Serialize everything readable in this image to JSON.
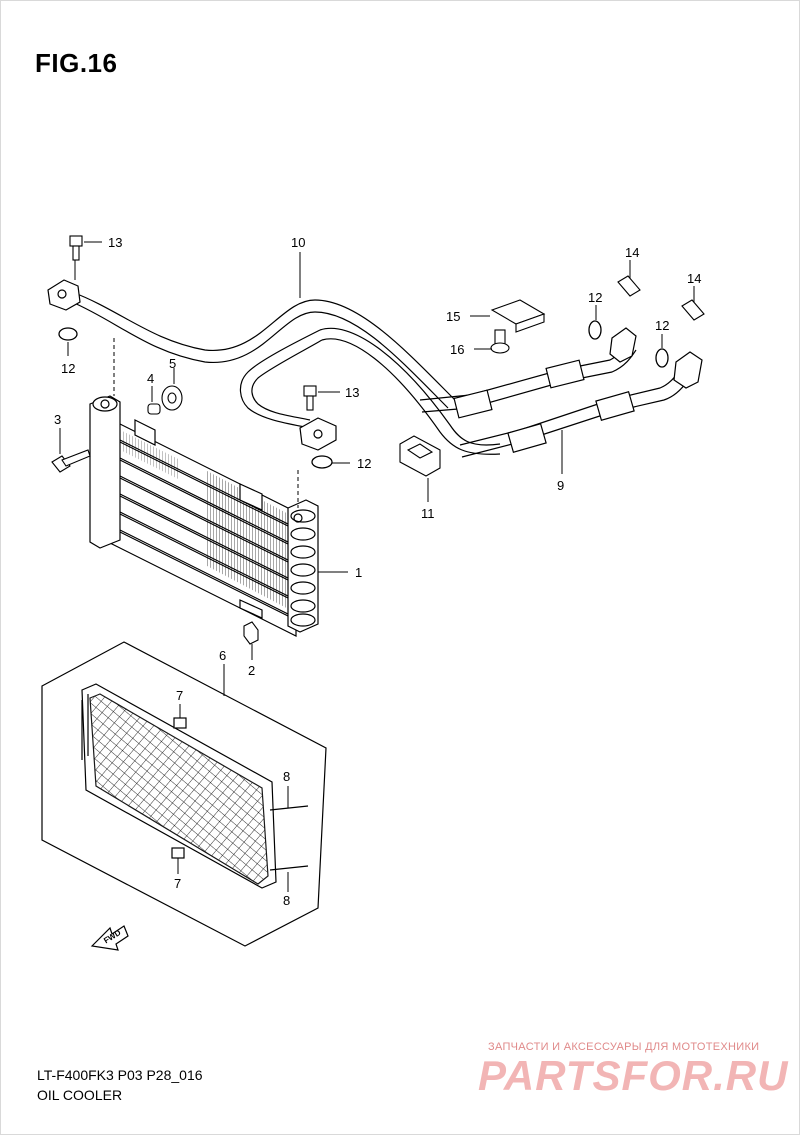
{
  "figure": {
    "title": "FIG.16",
    "model_code": "LT-F400FK3 P03 P28_016",
    "part_name": "OIL COOLER"
  },
  "watermark": {
    "tagline": "ЗАПЧАСТИ И АКСЕССУАРЫ ДЛЯ МОТОТЕХНИКИ",
    "logo": "PARTSFOR.RU"
  },
  "fwd_label": "FWD",
  "callouts": {
    "c1": "1",
    "c2": "2",
    "c3": "3",
    "c4": "4",
    "c5": "5",
    "c6": "6",
    "c7a": "7",
    "c7b": "7",
    "c8a": "8",
    "c8b": "8",
    "c9": "9",
    "c10": "10",
    "c11": "11",
    "c12a": "12",
    "c12b": "12",
    "c12c": "12",
    "c12d": "12",
    "c13a": "13",
    "c13b": "13",
    "c14a": "14",
    "c14b": "14",
    "c15": "15",
    "c16": "16"
  }
}
